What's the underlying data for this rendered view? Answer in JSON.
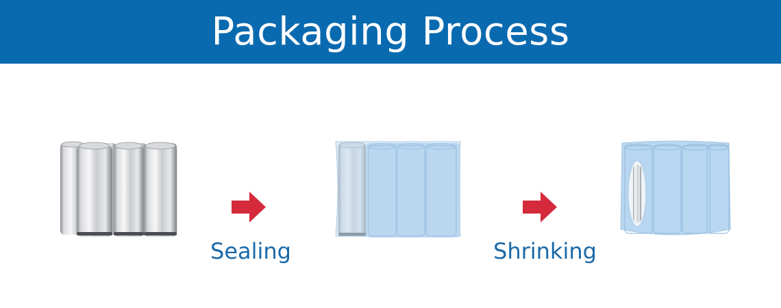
{
  "header": {
    "title": "Packaging Process"
  },
  "steps": [
    {
      "label": "Sealing"
    },
    {
      "label": "Shrinking"
    }
  ],
  "colors": {
    "header_bg": "#0a6ab0",
    "arrow": "#d42a3c",
    "label": "#1a69a8",
    "film": "#b9d7ee"
  },
  "icons": [
    "can-pack-image",
    "sealed-can-pack-image",
    "shrunk-can-pack-image",
    "right-arrow-icon"
  ]
}
